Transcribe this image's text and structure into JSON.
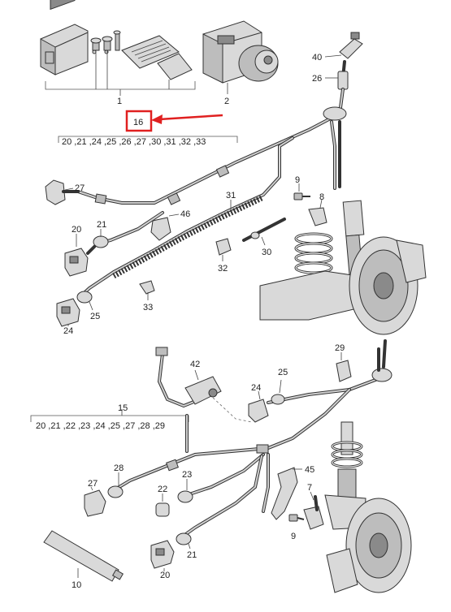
{
  "callouts": {
    "c1": "1",
    "c2": "2",
    "c40": "40",
    "c26": "26",
    "c16": "16",
    "c27a": "27",
    "c9a": "9",
    "c8": "8",
    "c31": "31",
    "c46": "46",
    "c20a": "20",
    "c21a": "21",
    "c32": "32",
    "c30": "30",
    "c25a": "25",
    "c24a": "24",
    "c33": "33",
    "c42": "42",
    "c29": "29",
    "c24b": "24",
    "c25b": "25",
    "c15": "15",
    "c28": "28",
    "c23": "23",
    "c45": "45",
    "c27b": "27",
    "c22": "22",
    "c7": "7",
    "c9b": "9",
    "c21b": "21",
    "c20b": "20",
    "c10": "10"
  },
  "group16_list": "20 ,21 ,24 ,25 ,26 ,27 ,30 ,31 ,32 ,33",
  "group15_list": "20 ,21 ,22 ,23 ,24 ,25 ,27 ,28 ,29",
  "colors": {
    "highlight": "#e02020",
    "line": "#333333",
    "part_fill": "#d9d9d9"
  }
}
